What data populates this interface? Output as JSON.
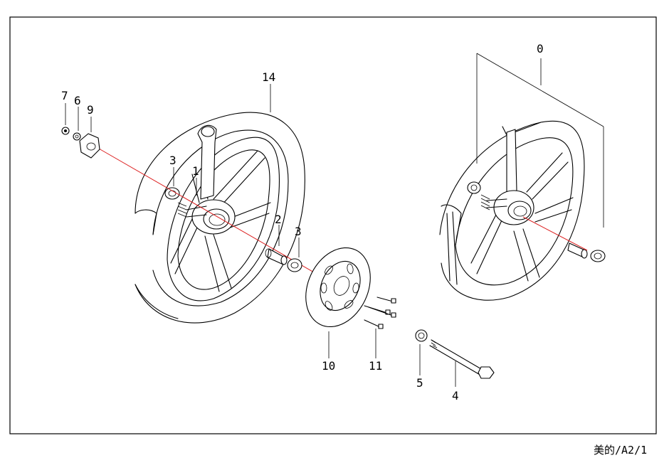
{
  "labels": {
    "p0": "0",
    "p1": "1",
    "p2": "2",
    "p3a": "3",
    "p3b": "3",
    "p4": "4",
    "p5": "5",
    "p6": "6",
    "p7": "7",
    "p9": "9",
    "p10": "10",
    "p11": "11",
    "p14": "14"
  },
  "footer": "美的/A2/1",
  "colors": {
    "axis": "#d22222",
    "line": "#000000",
    "background": "#ffffff"
  }
}
